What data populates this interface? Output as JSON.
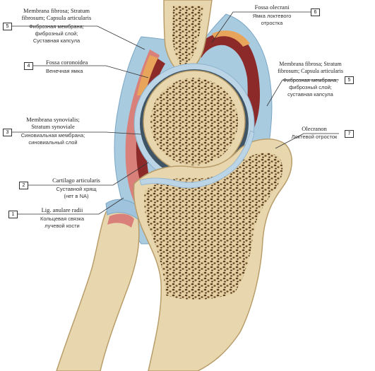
{
  "labels": {
    "fibrosa_left": {
      "number": "5",
      "latin_1": "Membrana fibrosa; Stratum",
      "latin_2": "fibrosum; Capsula articularis",
      "russian_1": "Фиброзная мембрана;",
      "russian_2": "фиброзный слой;",
      "russian_3": "Суставная капсула"
    },
    "fossa_coronoidea": {
      "number": "4",
      "latin_1": "Fossa coronoidea",
      "russian_1": "Венечная ямка"
    },
    "synovialis": {
      "number": "3",
      "latin_1": "Membrana synovialis;",
      "latin_2": "Stratum synoviale",
      "russian_1": "Синовиальная мембрана;",
      "russian_2": "синовиальный слой"
    },
    "cartilago": {
      "number": "2",
      "latin_1": "Cartilago articularis",
      "russian_1": "Суставной хрящ",
      "russian_2": "(нет в NA)"
    },
    "lig_anulare": {
      "number": "1",
      "latin_1": "Lig. anulare radii",
      "russian_1": "Кольцевая связка",
      "russian_2": "лучевой кости"
    },
    "fossa_olecrani": {
      "number": "6",
      "latin_1": "Fossa olecrani",
      "russian_1": "Ямка локтевого",
      "russian_2": "отростка"
    },
    "fibrosa_right": {
      "number": "5",
      "latin_1": "Membrana fibrosa; Stratum",
      "latin_2": "fibrosum; Capsula articularis",
      "russian_1": "Фиброзная мембрана;",
      "russian_2": "фиброзный слой;",
      "russian_3": "суставная капсула"
    },
    "olecranon": {
      "number": "7",
      "latin_1": "Olecranon",
      "russian_1": "Локтевой отросток"
    }
  },
  "colors": {
    "bone": "#e8d7ae",
    "bone_edge": "#b89d6a",
    "spongy": "#5a3d1f",
    "cartilage": "#bcd5e6",
    "synovial_cavity": "#8c2a2a",
    "fat_pad": "#e7a45a",
    "capsule": "#9fc3dc",
    "leader": "#333333"
  }
}
